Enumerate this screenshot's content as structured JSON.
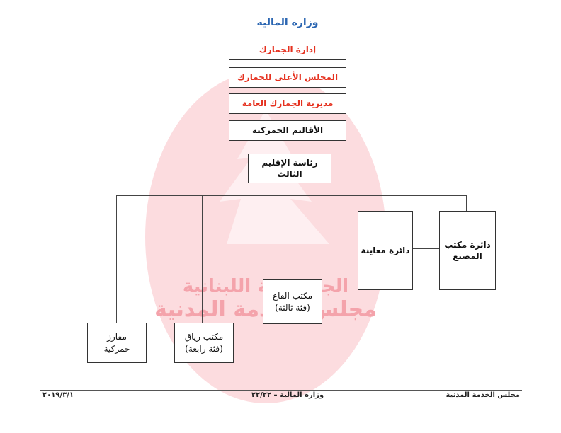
{
  "hierarchy": {
    "ministry": "وزارة المالية",
    "customs_admin": "إدارة الجمارك",
    "higher_council": "المجلس الأعلى للجمارك",
    "general_directorate": "مديرية الجمارك العامة",
    "regions": "الأقاليم الجمركية",
    "third_region": "رئاسة الإقليم الثالث"
  },
  "units": {
    "factory_office_line1": "دائرة مكتب",
    "factory_office_line2": "المصنع",
    "inspection": "دائرة معاينة",
    "qaa_office_line1": "مكتب القاع",
    "qaa_office_line2": "(فئة ثالثة)",
    "riyaq_office_line1": "مكتب رياق",
    "riyaq_office_line2": "(فئة رابعة)",
    "posts_line1": "مفارز",
    "posts_line2": "جمركية"
  },
  "footer": {
    "left": "٢٠١٩/٣/١",
    "center": "وزارة المالية – ٢٢/٢٢",
    "right": "مجلس الخدمة المدنية"
  },
  "watermark": {
    "line1": "الجمهورية اللبنانية",
    "line2": "مجلس الخدمة المدنية"
  },
  "colors": {
    "blue": "#2b66b2",
    "red": "#e5311f",
    "watermark": "#f4a3ab"
  }
}
